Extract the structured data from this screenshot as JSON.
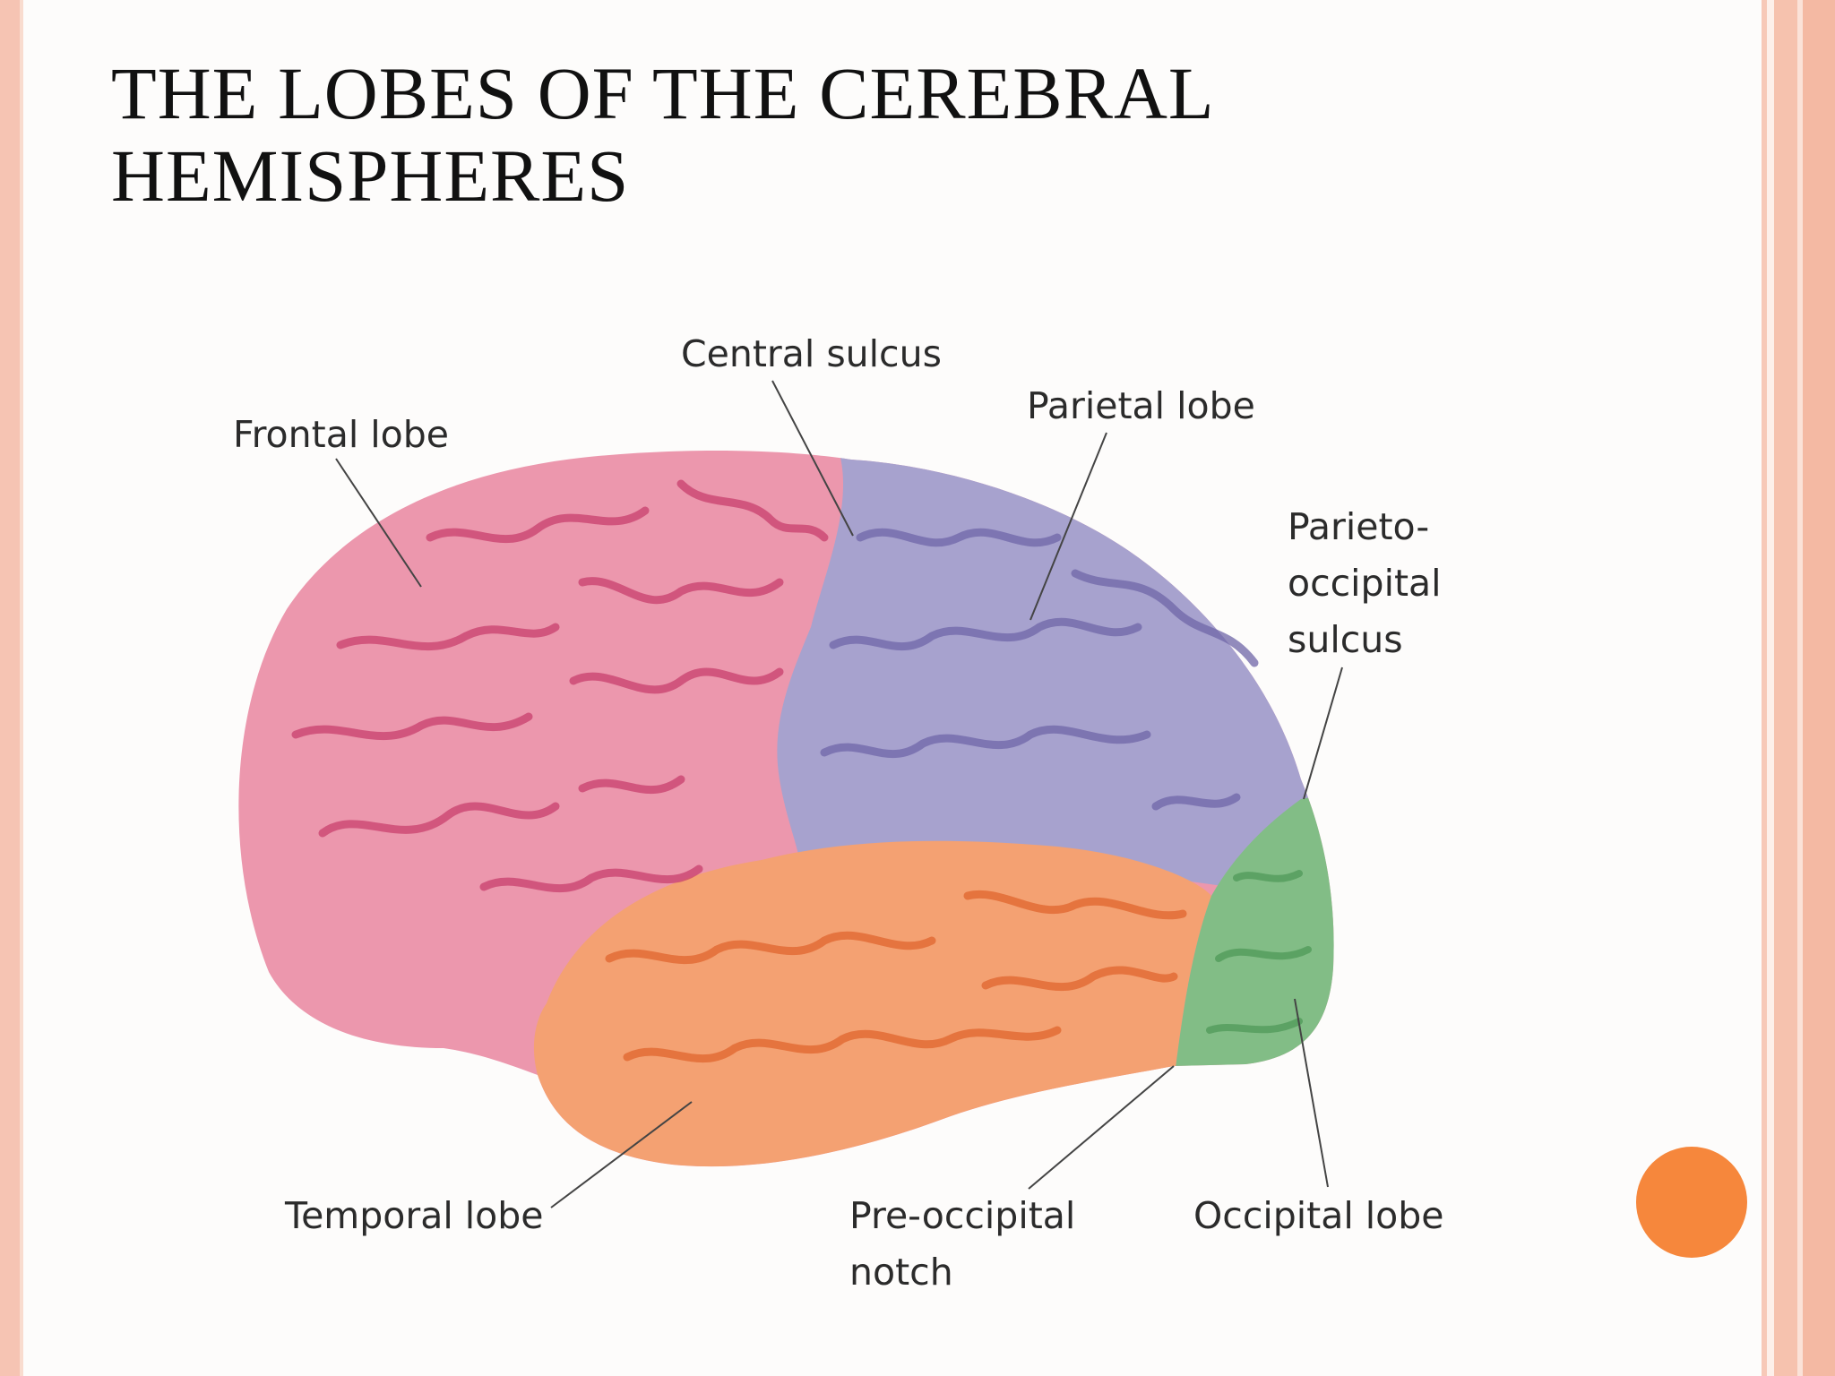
{
  "title": {
    "line1": "THE LOBES OF THE CEREBRAL",
    "line2": "HEMISPHERES"
  },
  "labels": {
    "frontal": "Frontal lobe",
    "central": "Central sulcus",
    "parietal": "Parietal lobe",
    "parieto_occipital": [
      "Parieto-",
      "occipital",
      "sulcus"
    ],
    "temporal": "Temporal lobe",
    "pre_occipital": [
      "Pre-occipital",
      "notch"
    ],
    "occipital": "Occipital lobe"
  },
  "colors": {
    "frontal": "#ec97ad",
    "parietal": "#a7a2ce",
    "temporal": "#f4a172",
    "occipital": "#82bd86",
    "accent": "#f6873c"
  }
}
